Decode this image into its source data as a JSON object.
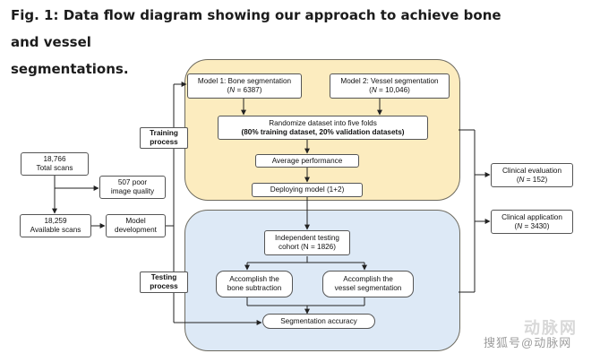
{
  "figure": {
    "title_line1": "Fig. 1: Data flow diagram showing our approach to achieve bone and vessel",
    "title_line2": "segmentations."
  },
  "left": {
    "total_count": "18,766",
    "total_label": "Total scans",
    "poor_count": "507 poor",
    "poor_label": "image quality",
    "available_count": "18,259",
    "available_label": "Available scans",
    "model_line1": "Model",
    "model_line2": "development"
  },
  "labels": {
    "training_line1": "Training",
    "training_line2": "process",
    "testing_line1": "Testing",
    "testing_line2": "process"
  },
  "training": {
    "model1_title": "Model 1: Bone segmentation",
    "model1_n_prefix": "(",
    "model1_n_italic": "N",
    "model1_n_value": " = 6387)",
    "model2_title": "Model 2: Vessel segmentation",
    "model2_n_prefix": "(",
    "model2_n_italic": "N",
    "model2_n_value": " = 10,046)",
    "randomize_line1": "Randomize dataset into five folds",
    "randomize_line2": "(80% training dataset, 20% validation datasets)",
    "average": "Average performance",
    "deploying": "Deploying model (1+2)"
  },
  "testing": {
    "cohort_line1": "Independent testing",
    "cohort_line2": "cohort (N = 1826)",
    "bone_line1": "Accomplish the",
    "bone_line2": "bone subtraction",
    "vessel_line1": "Accomplish the",
    "vessel_line2": "vessel segmentation",
    "accuracy": "Segmentation accuracy"
  },
  "right": {
    "eval_title": "Clinical evaluation",
    "eval_n_prefix": "(",
    "eval_n_italic": "N",
    "eval_n_value": " = 152)",
    "app_title": "Clinical application",
    "app_n_prefix": "(",
    "app_n_italic": "N",
    "app_n_value": " = 3430)"
  },
  "watermark": {
    "logo": "动脉网",
    "text": "搜狐号@动脉网"
  }
}
